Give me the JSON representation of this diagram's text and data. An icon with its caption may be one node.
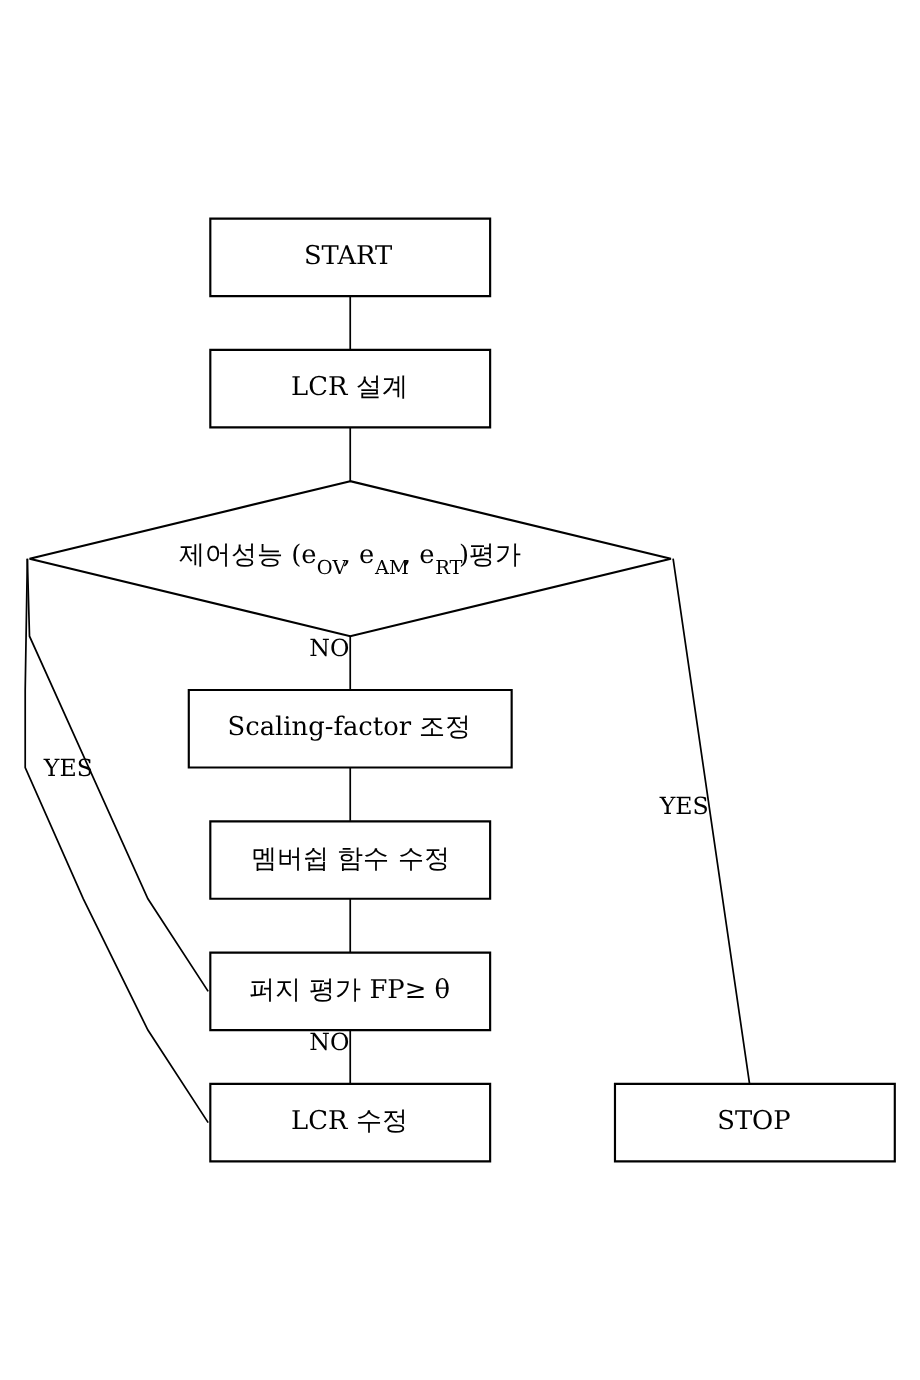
{
  "diagram": {
    "nodes": [
      {
        "text": [
          "START"
        ]
      },
      {
        "text": [
          "LCR 설계"
        ]
      },
      {
        "text": [
          "제어성능 (e$_{OV}$, e$_{AM}$, e$_{RT}$)평가"
        ]
      },
      {
        "text": [
          "Scaling-factor 조정"
        ]
      },
      {
        "text": [
          "멤버쉽 함수 수정"
        ]
      },
      {
        "text": [
          "퍼지 평가 FP≥ θ"
        ]
      },
      {
        "text": [
          "LCR 수정"
        ]
      },
      {
        "text": [
          "STOP"
        ]
      }
    ],
    "edges": [
      {
        "from": 0,
        "to": 1,
        "arrow": "none"
      },
      {
        "from": 1,
        "to": 2,
        "arrow": "none"
      },
      {
        "from": 2,
        "to": 7,
        "label": "YES",
        "arrow": "none"
      },
      {
        "from": 2,
        "to": 3,
        "label": "NO",
        "arrow": "none"
      },
      {
        "from": 3,
        "to": 4,
        "arrow": "none"
      },
      {
        "from": 4,
        "to": 5,
        "arrow": "none"
      },
      {
        "from": 5,
        "to": 6,
        "label": "NO",
        "arrow": "none"
      },
      {
        "from": 5,
        "to": 2,
        "label": "YES",
        "arrow": "none"
      },
      {
        "from": 6,
        "to": 2,
        "arrow": "none"
      }
    ]
  }
}
